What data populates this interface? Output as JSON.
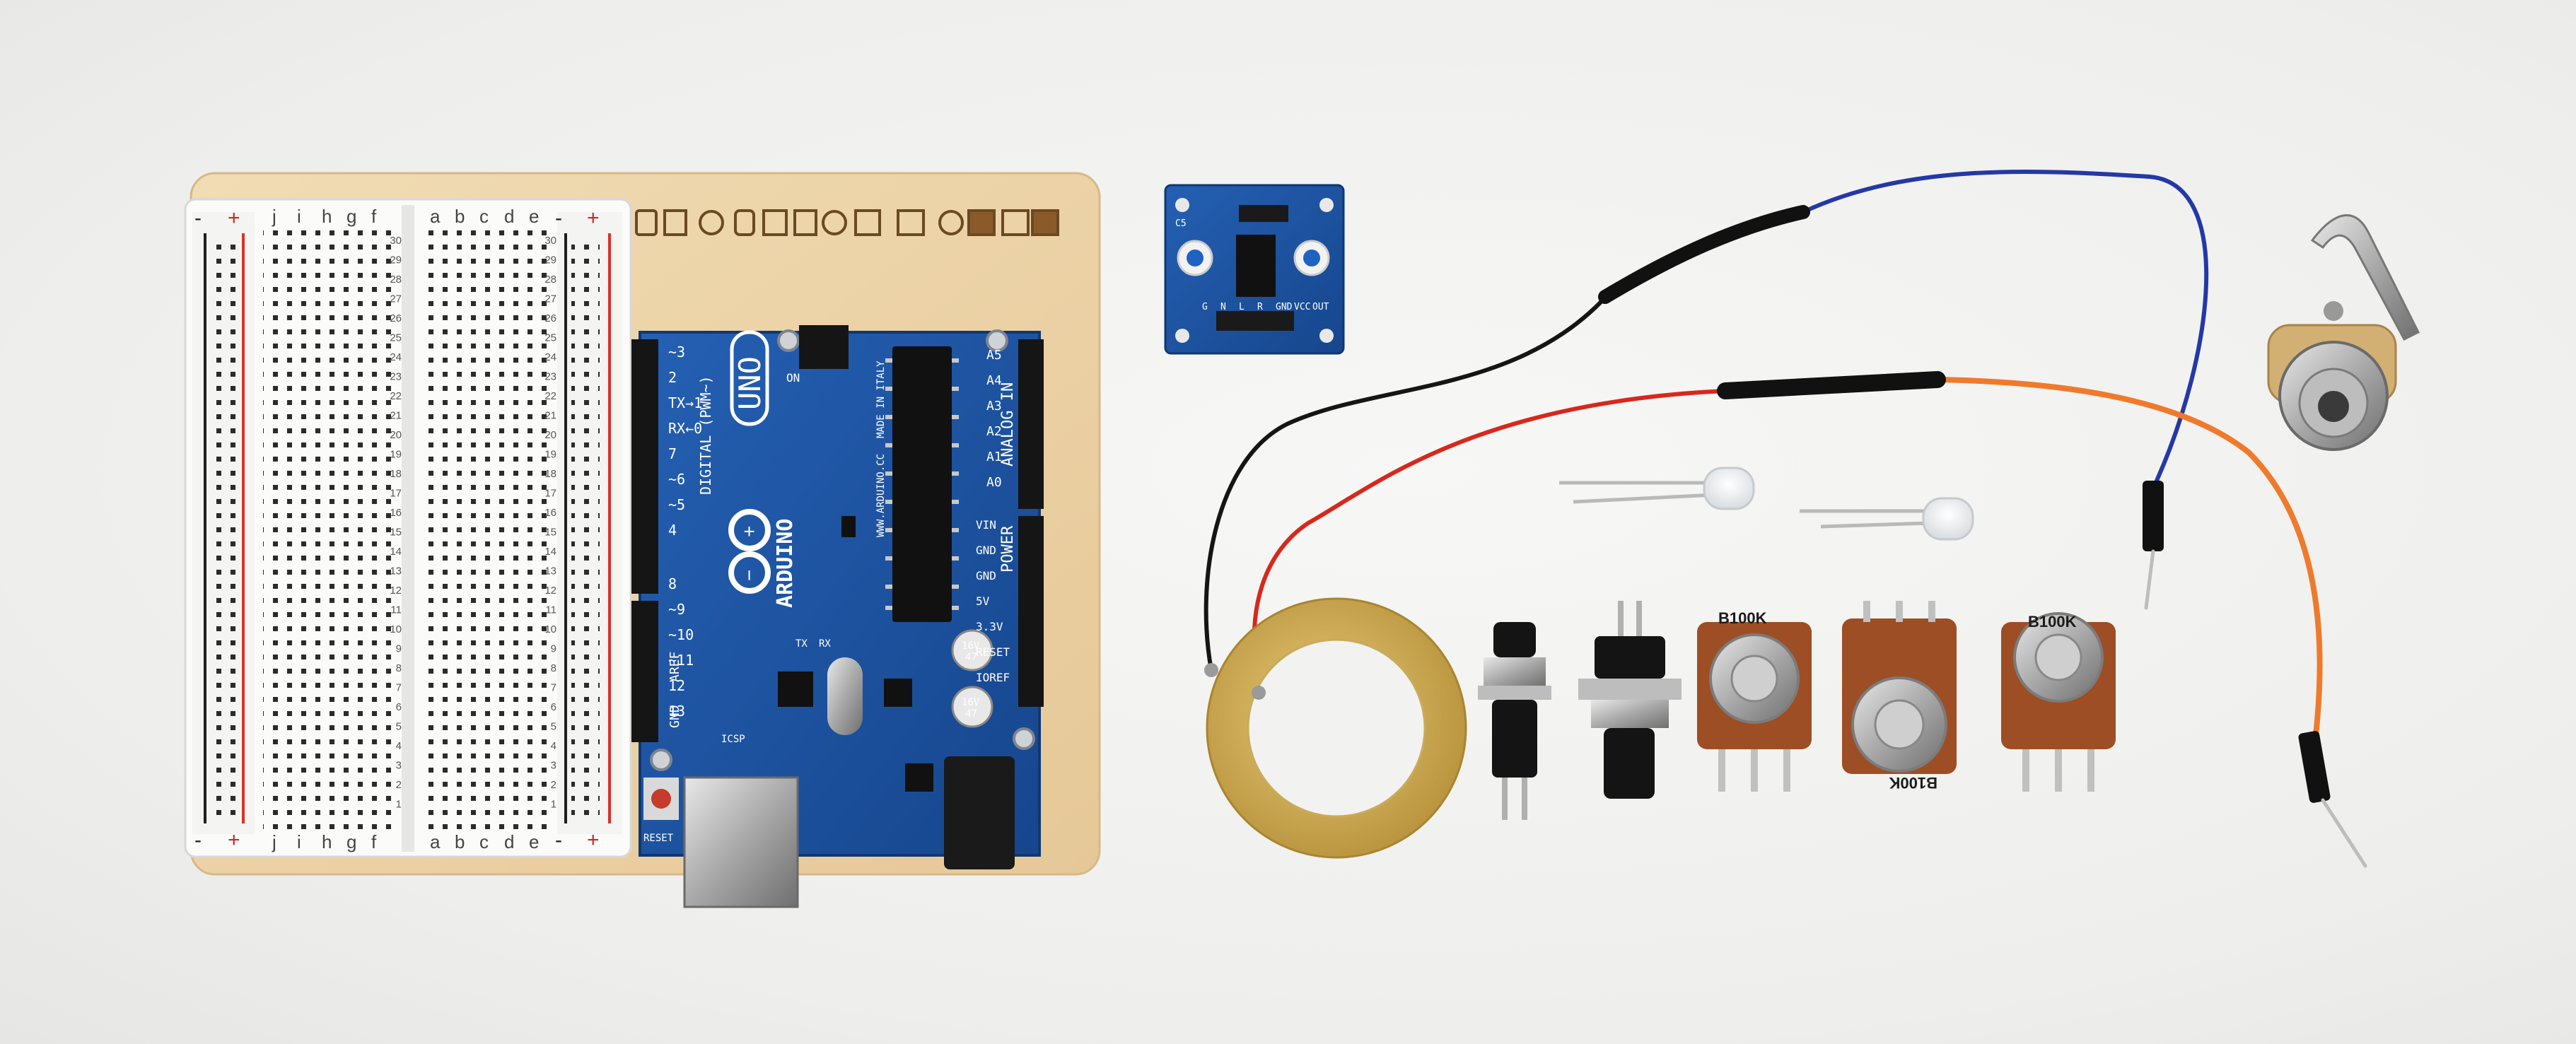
{
  "arduino": {
    "brand": "ARDUINO",
    "model": "UNO",
    "made_in": "MADE IN ITALY",
    "site": "WWW.ARDUINO.CC",
    "digital_label": "DIGITAL (PWM~)",
    "analog_label": "ANALOG IN",
    "power_label": "POWER",
    "reset_label": "RESET",
    "on_label": "ON",
    "tx_label": "TX",
    "rx_label": "RX",
    "aref_label": "AREF",
    "gnd_label": "GND",
    "icsp_label": "ICSP",
    "digital_pins": [
      "~3",
      "2",
      "TX→1",
      "RX←0",
      "7",
      "~6",
      "~5",
      "4",
      "8",
      "~9",
      "~10",
      "~11",
      "12",
      "13"
    ],
    "analog_pins": [
      "A5",
      "A4",
      "A3",
      "A2",
      "A1",
      "A0"
    ],
    "power_pins": [
      "VIN",
      "GND",
      "GND",
      "5V",
      "3.3V",
      "RESET",
      "IOREF"
    ],
    "capacitor_text": [
      "16V",
      "47"
    ]
  },
  "breadboard": {
    "rail_labels": [
      "-",
      "+"
    ],
    "letters_left": [
      "j",
      "i",
      "h",
      "g",
      "f"
    ],
    "letters_right": [
      "e",
      "d",
      "c",
      "b",
      "a"
    ],
    "row_count": 30
  },
  "module": {
    "labels": [
      "G",
      "N",
      "L",
      "R",
      "GND",
      "VCC",
      "OUT"
    ],
    "capacitor": "C5"
  },
  "potentiometers": [
    {
      "label": "B100K"
    },
    {
      "label": "B100K"
    },
    {
      "label": "B100K"
    }
  ],
  "colors": {
    "board_blue": "#1a4f9c",
    "wood": "#ecd3a6",
    "wire_blue": "#2438a6",
    "wire_red": "#d7281c",
    "wire_orange": "#f07a2c",
    "piezo_gold": "#d6b356"
  }
}
